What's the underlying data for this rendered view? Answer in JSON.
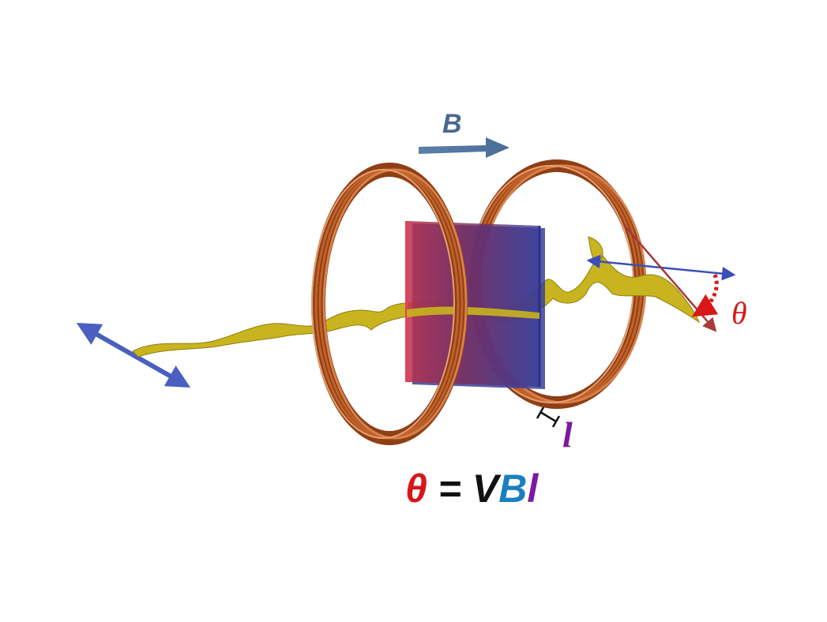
{
  "labels": {
    "field": "B",
    "angle": "θ",
    "length": "l"
  },
  "equation": {
    "lhs": "θ",
    "equals": " = ",
    "v": "V",
    "b": "B",
    "l": "l"
  },
  "colors": {
    "coil": "#c0622a",
    "coil_dark": "#8e3f16",
    "coil_light": "#e8a070",
    "beam": "#c8b41e",
    "beam_dark": "#8f7f10",
    "polarization": "#4a5fc1",
    "field_arrow": "#5a7fa8",
    "field_label": "#4a6890",
    "sample_red": "#c0304a",
    "sample_blue": "#3a3f9a",
    "rotated_pol": "#a83a3a",
    "theta": "#d81818",
    "eq_black": "#111111",
    "eq_blue": "#1a7fc0",
    "eq_purple": "#7a1aa0"
  }
}
